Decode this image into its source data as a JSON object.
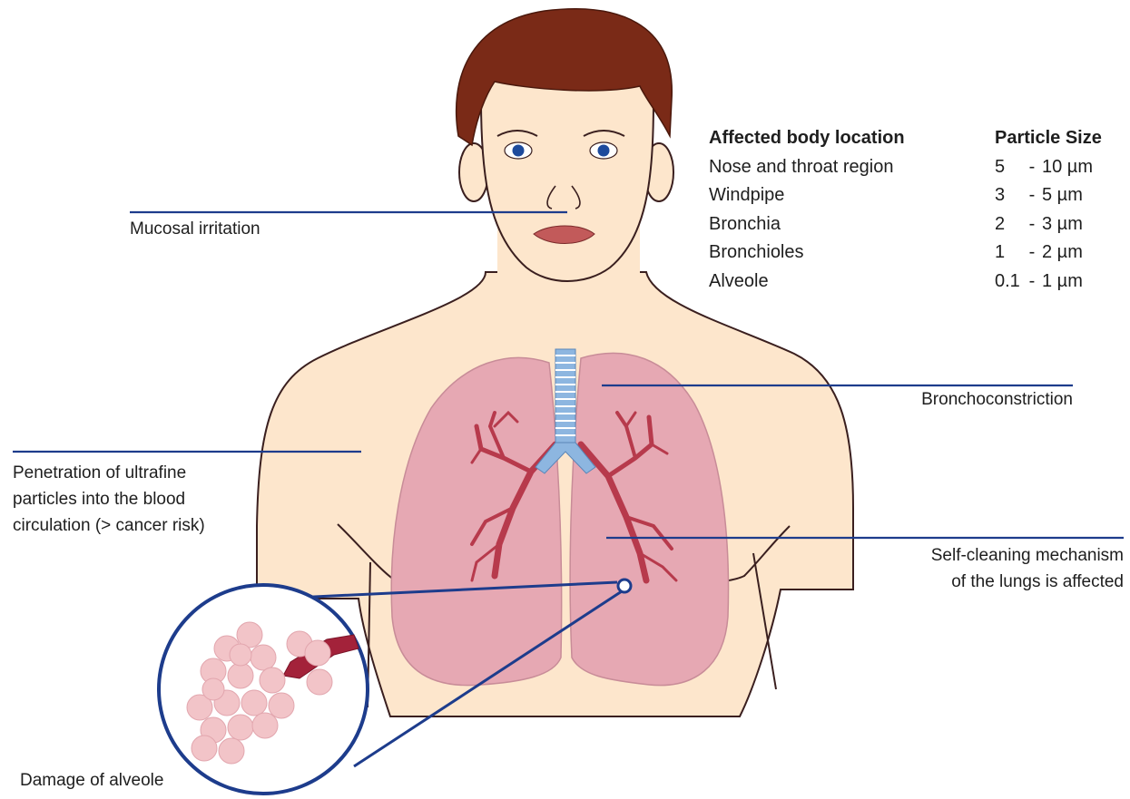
{
  "colors": {
    "skin": "#fde6cc",
    "hair": "#7a2a17",
    "lung": "#e6a8b3",
    "bronchi": "#b73a4c",
    "trachea": "#8db6e0",
    "callout_line": "#1d3c8c",
    "outline": "#3a1f1f"
  },
  "table": {
    "header_location": "Affected body location",
    "header_size": "Particle Size",
    "rows": [
      {
        "location": "Nose and throat region",
        "size_low": "5",
        "size_high": "10 µm"
      },
      {
        "location": "Windpipe",
        "size_low": "3",
        "size_high": "5 µm"
      },
      {
        "location": "Bronchia",
        "size_low": "2",
        "size_high": "3 µm"
      },
      {
        "location": "Bronchioles",
        "size_low": "1",
        "size_high": "2 µm"
      },
      {
        "location": "Alveole",
        "size_low": "0.1",
        "size_high": "1 µm"
      }
    ]
  },
  "labels": {
    "mucosal": "Mucosal irritation",
    "broncho": "Bronchoconstriction",
    "penetration": [
      "Penetration of ultrafine",
      "particles into the blood",
      "circulation (> cancer risk)"
    ],
    "selfclean": [
      "Self-cleaning mechanism",
      "of the lungs is affected"
    ],
    "alveole": "Damage of alveole"
  }
}
